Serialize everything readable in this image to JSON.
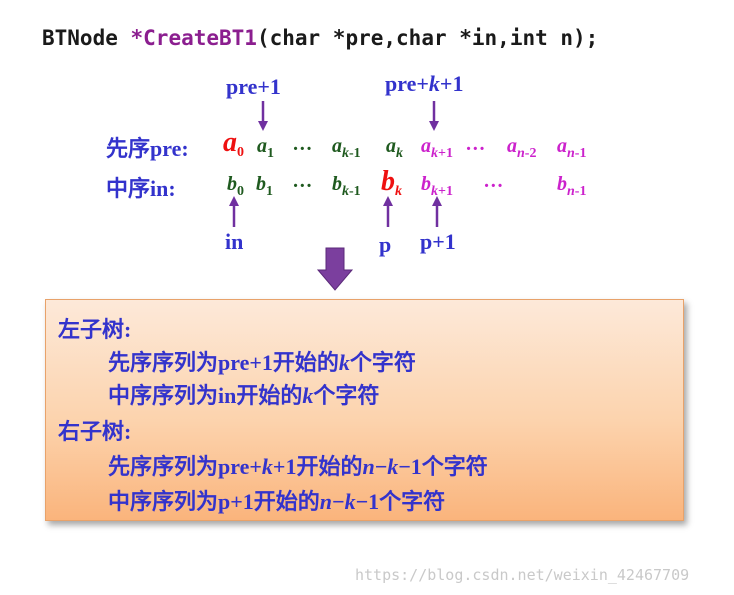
{
  "code": {
    "type": "BTNode ",
    "func": "*CreateBT1",
    "args": "(char *pre,char *in,int n);"
  },
  "labels": {
    "pre_plus_1": "pre+1",
    "pre_plus_k_1_a": "pre+",
    "pre_plus_k_1_k": "k",
    "pre_plus_k_1_b": "+1",
    "preorder": "先序pre:",
    "inorder": "中序in:",
    "in": "in",
    "p": "p",
    "p_plus_1": "p+1"
  },
  "preorder": {
    "a": "a",
    "s0": "0",
    "s1": "1",
    "dots": "…",
    "sk1": "k",
    "sk1b": "-1",
    "sk": "k",
    "skp": "k",
    "skpb": "+1",
    "sn2": "n",
    "sn2b": "-2",
    "sn1": "n",
    "sn1b": "-1"
  },
  "inorder": {
    "b": "b",
    "s0": "0",
    "s1": "1",
    "dots": "…",
    "sk1": "k",
    "sk1b": "-1",
    "sk": "k",
    "skp": "k",
    "skpb": "+1",
    "sn1": "n",
    "sn1b": "-1"
  },
  "box": {
    "left_title": "左子树:",
    "left_pre_a": "先序序列为pre+1开始的",
    "left_pre_k": "k",
    "left_pre_b": "个字符",
    "left_in_a": "中序序列为in开始的",
    "left_in_k": "k",
    "left_in_b": "个字符",
    "right_title": "右子树:",
    "right_pre_a": "先序序列为pre+",
    "right_pre_k": "k",
    "right_pre_b": "+1开始的",
    "right_pre_n": "n",
    "right_pre_c": "−",
    "right_pre_k2": "k",
    "right_pre_d": "−1个字符",
    "right_in_a": "中序序列为p+1开始的",
    "right_in_n": "n",
    "right_in_c": "−",
    "right_in_k": "k",
    "right_in_d": "−1个字符"
  },
  "watermark": "https://blog.csdn.net/weixin_42467709",
  "colors": {
    "blue": "#3333cc",
    "green": "#1f5a1f",
    "red": "#ee1111",
    "magenta": "#cc22cc",
    "arrow": "#7030a0",
    "box_top": "#fde9d9",
    "box_bottom": "#fab47c"
  }
}
